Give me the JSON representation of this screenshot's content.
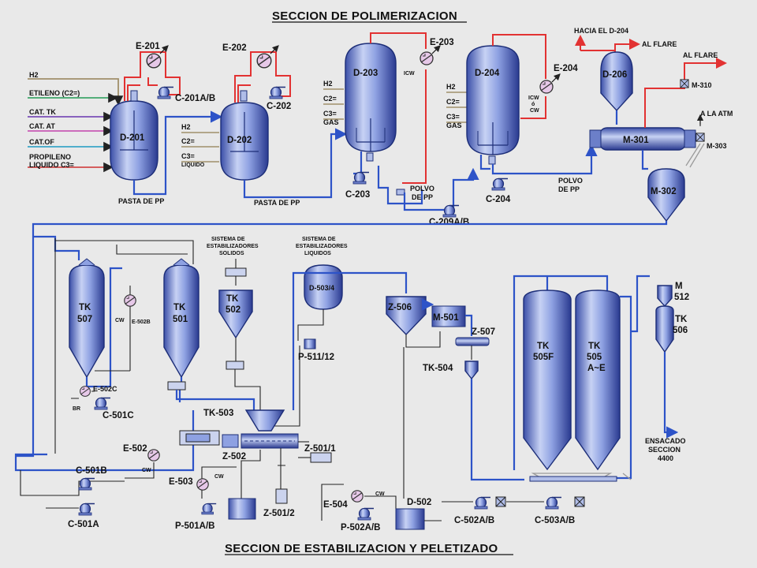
{
  "titles": {
    "top": "SECCION DE POLIMERIZACION",
    "bottom": "SECCION DE ESTABILIZACION Y PELETIZADO"
  },
  "feeds_d201": [
    "H2",
    "ETILENO (C2=)",
    "CAT. TK",
    "CAT. AT",
    "CAT.OF",
    "PROPILENO",
    "LIQUIDO C3="
  ],
  "feeds_d202": [
    "H2",
    "C2=",
    "C3=",
    "LIQUIDO"
  ],
  "feeds_d203": [
    "H2",
    "C2=",
    "C3=",
    "GAS"
  ],
  "feeds_d204": [
    "H2",
    "C2=",
    "C3=",
    "GAS"
  ],
  "equipment": {
    "d201": "D-201",
    "d202": "D-202",
    "d203": "D-203",
    "d204": "D-204",
    "d206": "D-206",
    "e201": "E-201",
    "e202": "E-202",
    "e203": "E-203",
    "e204": "E-204",
    "c201": "C-201A/B",
    "c202": "C-202",
    "c203": "C-203",
    "c204": "C-204",
    "c209": "C-209A/B",
    "m301": "M-301",
    "m302": "M-302",
    "m303": "M-303",
    "m310": "M-310",
    "tk507": [
      "TK",
      "507"
    ],
    "tk501": [
      "TK",
      "501"
    ],
    "tk502": [
      "TK",
      "502"
    ],
    "d5034": "D-503/4",
    "p511": "P-511/12",
    "z506": "Z-506",
    "m501": "M-501",
    "z507": "Z-507",
    "tk504": "TK-504",
    "tk505f": [
      "TK",
      "505F"
    ],
    "tk505": [
      "TK",
      "505",
      "A~E"
    ],
    "m512": [
      "M",
      "512"
    ],
    "tk506": [
      "TK",
      "506"
    ],
    "e502b": "E-502B",
    "e502c": "E-502C",
    "c501c": "C-501C",
    "br": "BR",
    "tk503": "TK-503",
    "z502": "Z-502",
    "z5011": "Z-501/1",
    "z5012": "Z-501/2",
    "e502": "E-502",
    "c501b": "C-501B",
    "c501a": "C-501A",
    "e503": "E-503",
    "p501": "P-501A/B",
    "e504": "E-504",
    "p502": "P-502A/B",
    "d502": "D-502",
    "c502": "C-502A/B",
    "c503": "C-503A/B"
  },
  "streams": {
    "pasta1": "PASTA DE PP",
    "pasta2": "PASTA DE PP",
    "polvo1": [
      "POLVO",
      "DE PP"
    ],
    "polvo2": [
      "POLVO",
      "DE PP"
    ],
    "hacia_d204": "HACIA EL D-204",
    "flare1": "AL FLARE",
    "flare2": "AL FLARE",
    "atm": "A LA ATM",
    "sis_solidos": [
      "SISTEMA DE",
      "ESTABILIZADORES",
      "SOLIDOS"
    ],
    "sis_liquidos": [
      "SISTEMA DE",
      "ESTABILIZADORES",
      "LIQUIDOS"
    ],
    "ensacado": [
      "ENSACADO",
      "SECCION",
      "4400"
    ],
    "icw": "ICW",
    "cw": "CW",
    "icw_o_cw": [
      "ICW",
      "ó",
      "CW"
    ]
  },
  "colors": {
    "background": "#e9e9e9",
    "process_line": "#2d53c8",
    "cooling_line": "#e23232",
    "vessel_fill": "#7f95dc",
    "vessel_outline": "#1d2e78",
    "feed_h2": "#a08f6a",
    "feed_etileno": "#3fa56a",
    "feed_cat_tk": "#7a4fb8",
    "feed_cat_at": "#c85ab4",
    "feed_cat_of": "#3aa6c8",
    "feed_propileno": "#d24a4a"
  },
  "icons": [
    "heat-exchanger-icon",
    "pump-icon",
    "valve-icon",
    "agitator-icon",
    "motor-icon"
  ]
}
